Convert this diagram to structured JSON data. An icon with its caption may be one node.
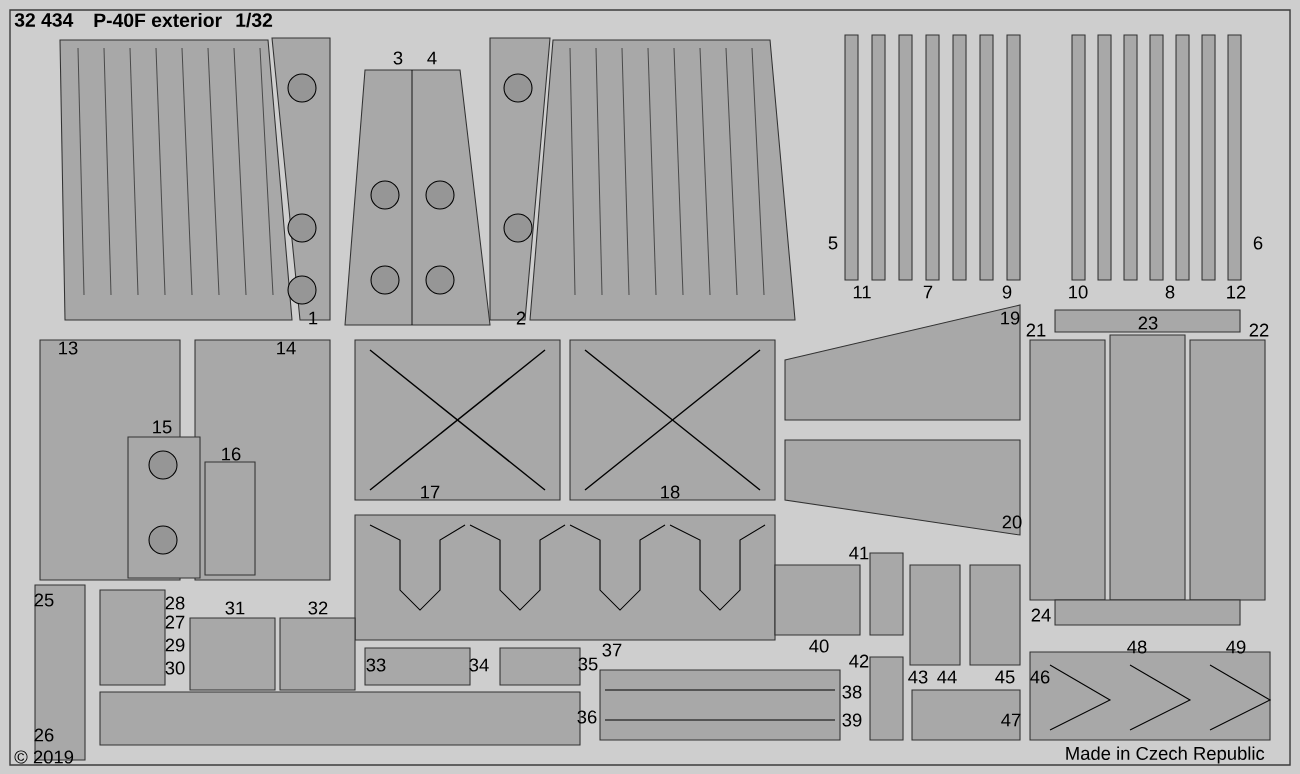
{
  "diagram": {
    "labels": [
      "32 434",
      "P-40F exterior",
      "1/32",
      "3",
      "4",
      "5",
      "6",
      "11",
      "7",
      "9",
      "10",
      "8",
      "12",
      "1",
      "2",
      "19",
      "21",
      "23",
      "22",
      "13",
      "14",
      "15",
      "16",
      "17",
      "18",
      "20",
      "41",
      "25",
      "28",
      "31",
      "32",
      "24",
      "27",
      "29",
      "37",
      "40",
      "48",
      "49",
      "30",
      "33",
      "34",
      "35",
      "42",
      "43",
      "44",
      "45",
      "46",
      "38",
      "36",
      "39",
      "47",
      "26",
      "© 2019",
      "Made in Czech Republic"
    ]
  }
}
